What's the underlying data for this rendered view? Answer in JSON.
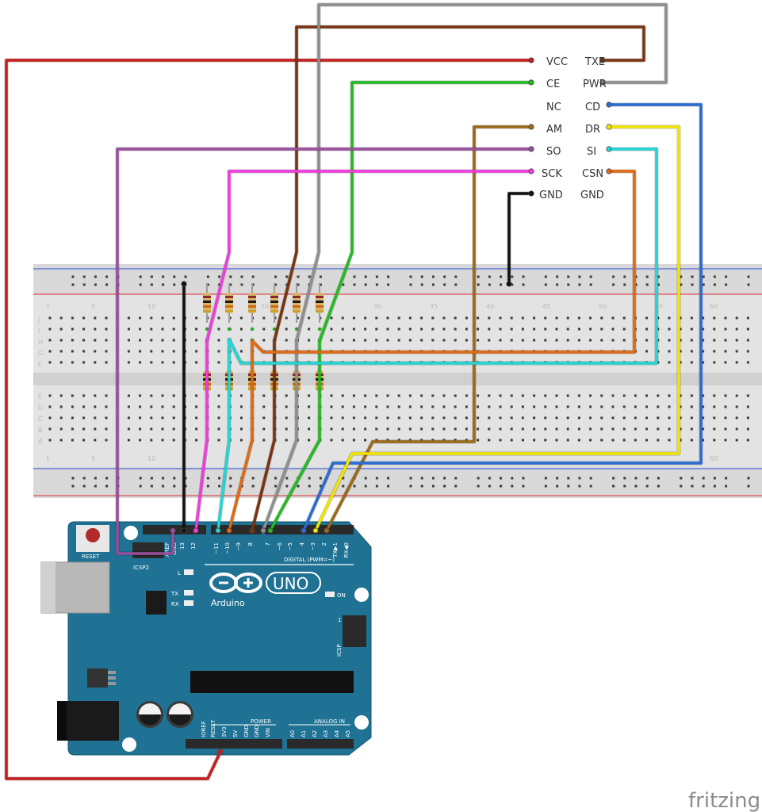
{
  "module": {
    "left_pins": [
      "VCC",
      "CE",
      "NC",
      "AM",
      "SO",
      "SCK",
      "GND"
    ],
    "right_pins": [
      "TXE",
      "PWR",
      "CD",
      "DR",
      "SI",
      "CSN",
      "GND"
    ]
  },
  "breadboard": {
    "column_numbers": [
      "1",
      "5",
      "10",
      "15",
      "20",
      "25",
      "30",
      "35",
      "40",
      "45",
      "50",
      "55",
      "60"
    ],
    "row_letters_top": [
      "J",
      "I",
      "H",
      "G",
      "F"
    ],
    "row_letters_bottom": [
      "E",
      "D",
      "C",
      "B",
      "A"
    ]
  },
  "arduino": {
    "model": "UNO",
    "brand": "Arduino",
    "reset_label": "RESET",
    "icsp2_label": "ICSP2",
    "icsp_label": "ICSP",
    "digital_label": "DIGITAL (PWM=~)",
    "power_label": "POWER",
    "analog_label": "ANALOG IN",
    "led_l": "L",
    "led_tx": "TX",
    "led_rx": "RX",
    "led_on": "ON",
    "header_top": [
      "AREF",
      "GND",
      "13",
      "12",
      "~11",
      "~10",
      "~9",
      "8",
      "7",
      "~6",
      "~5",
      "4",
      "~3",
      "2",
      "TX▶1",
      "RX◀0"
    ],
    "header_power": [
      "IOREF",
      "RESET",
      "3V3",
      "5V",
      "GND",
      "GND",
      "VIN"
    ],
    "header_analog": [
      "A0",
      "A1",
      "A2",
      "A3",
      "A4",
      "A5"
    ],
    "icsp_one": "1"
  },
  "watermark": "fritzing",
  "colors": {
    "red": "#c81e1e",
    "brown": "#7a3310",
    "gray": "#8f8f8f",
    "green": "#22bb22",
    "purple": "#9a4f9a",
    "magenta": "#f03cdc",
    "olive_brown": "#9a6a1a",
    "black": "#111111",
    "blue": "#2a6cd4",
    "yellow": "#f2e600",
    "cyan": "#22d6d6",
    "orange": "#e06a12",
    "board": "#1f7294"
  }
}
